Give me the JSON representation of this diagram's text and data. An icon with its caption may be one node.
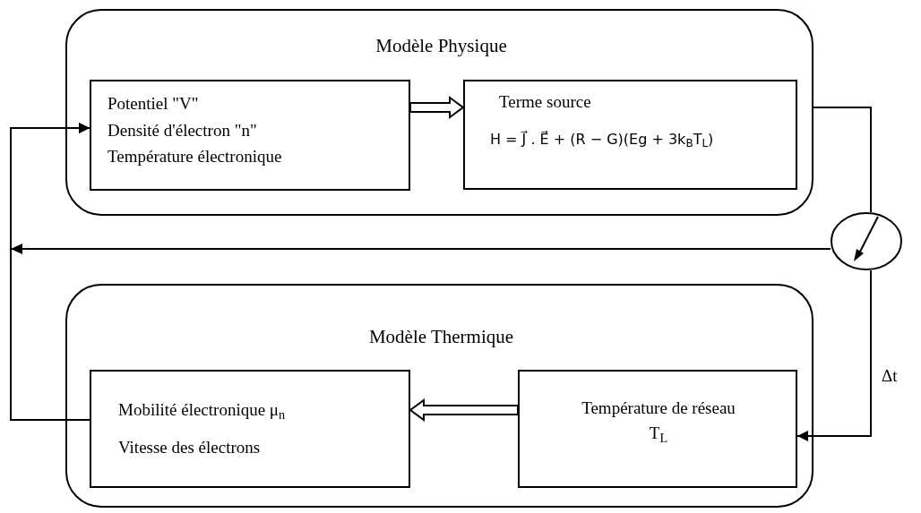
{
  "diagram": {
    "nodes": [
      {
        "text": [
          "Modèle Physique"
        ]
      },
      {
        "text": [
          "Potentiel \"V\"",
          "Densité d'électron \"n\"",
          "Température électronique"
        ],
        "in": 0
      },
      {
        "text": [
          "Terme source",
          "H = J⃗ . E⃗ + (R − G)(Eg + 3k$_{B}$T$_{L}$)"
        ],
        "in": 0
      },
      {
        "text": [],
        "shape": "circle"
      },
      {
        "text": [
          "Modèle Thermique"
        ]
      },
      {
        "text": [
          "Mobilité électronique  μ$_{n}$",
          "Vitesse des électrons"
        ],
        "in": 4
      },
      {
        "text": [
          "Température de réseau",
          "T$_{L}$"
        ],
        "in": 4
      }
    ],
    "edges": [
      {
        "from": 1,
        "to": 2,
        "arrow": "to",
        "style": "thick"
      },
      {
        "from": 0,
        "to": 3,
        "arrow": "none"
      },
      {
        "from": 3,
        "to": 1,
        "arrow": "to"
      },
      {
        "from": 5,
        "to": 1,
        "arrow": "to"
      },
      {
        "from": 3,
        "to": 6,
        "arrow": "to",
        "label": "Δt"
      },
      {
        "from": 6,
        "to": 5,
        "arrow": "to",
        "style": "thick"
      }
    ]
  }
}
